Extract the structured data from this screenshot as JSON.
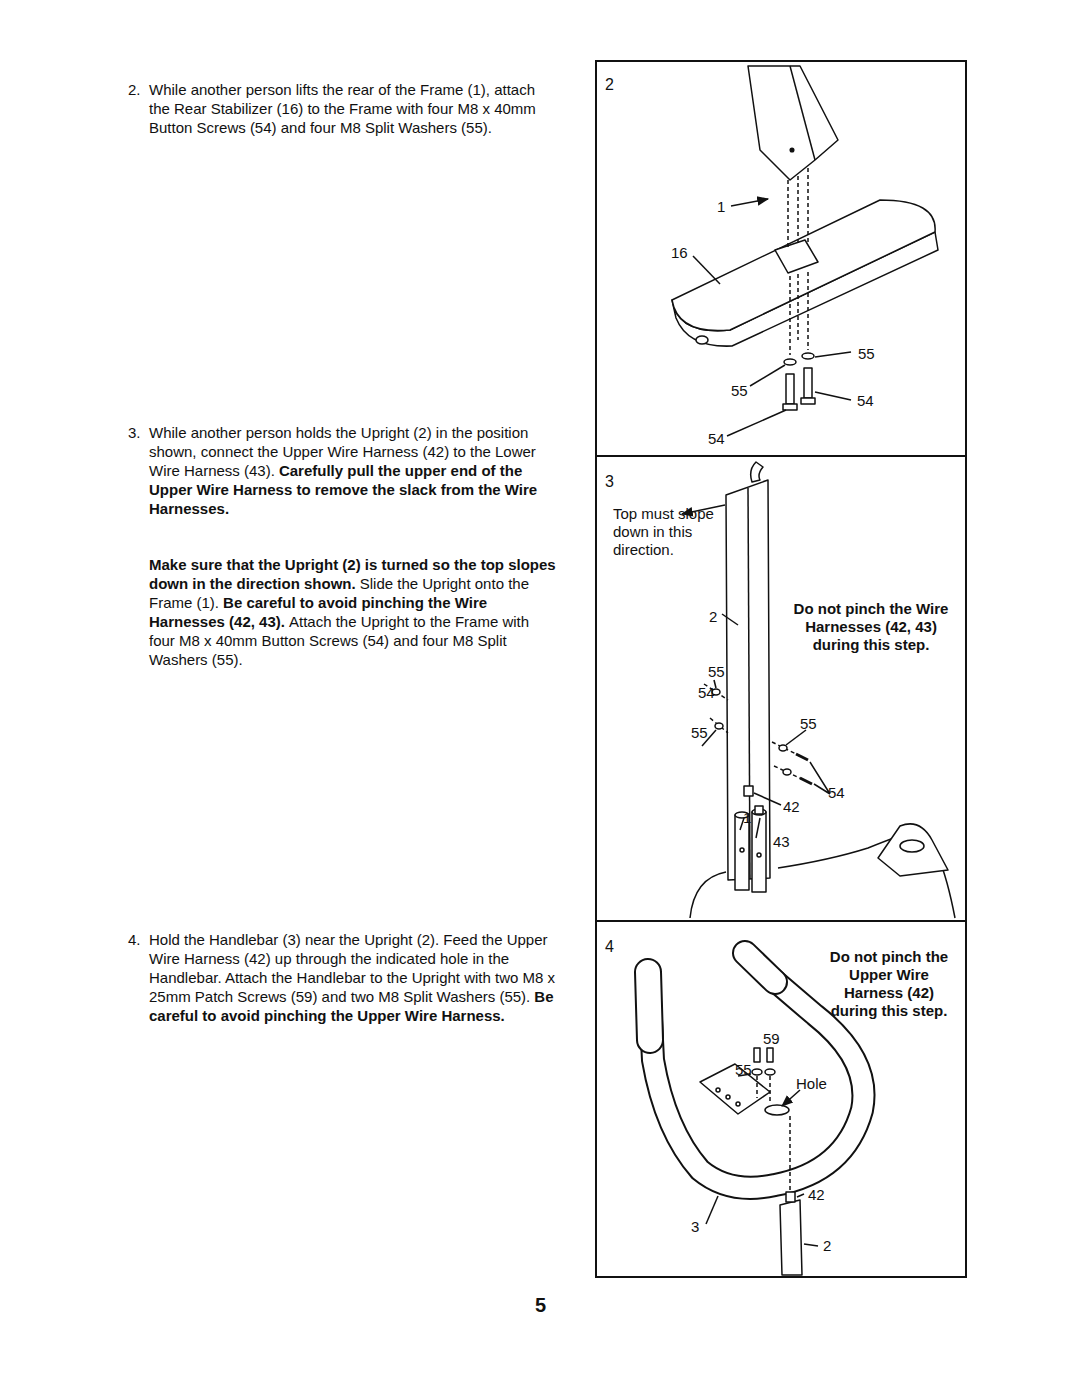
{
  "diagram": {
    "nodes": [
      {
        "text": [
          "2",
          "1",
          "16",
          "55",
          "55",
          "54",
          "54"
        ]
      },
      {
        "text": [
          "3",
          "Top must slope down in this direction.",
          "2",
          "Do not pinch the Wire Harnesses (42, 43) during this step.",
          "55",
          "54",
          "55",
          "55",
          "54",
          "42",
          "1",
          "43"
        ]
      },
      {
        "text": [
          "4",
          "Do not pinch the Upper Wire Harness (42) during this step.",
          "59",
          "55",
          "Hole",
          "3",
          "42",
          "2"
        ]
      }
    ],
    "labels": [
      "2.",
      "While another person lifts the rear of the Frame (1), attach the Rear Stabilizer (16) to the Frame with four M8 x 40mm Button Screws (54) and four M8 Split Washers (55).",
      "3.",
      "While another person holds the Upright (2) in the position shown, connect the Upper Wire Harness (42) to the Lower Wire Harness (43).",
      "Carefully pull the upper end of the Upper Wire Harness to remove the slack from the Wire Harnesses.",
      "Make sure that the Upright (2) is turned so the top slopes down in the direction shown.",
      "Slide the Upright onto the Frame (1).",
      "Be careful to avoid pinching the Wire Harnesses (42, 43).",
      "Attach the Upright to the Frame with four M8 x 40mm Button Screws (54) and four M8 Split Washers (55).",
      "4.",
      "Hold the Handlebar (3) near the Upright (2). Feed the Upper Wire Harness (42) up through the indicated hole in the Handlebar. Attach the Handlebar to the Upright with two M8 x 25mm Patch Screws (59) and two M8 Split Washers (55).",
      "Be careful to avoid pinching the Upper Wire Harness.",
      "5"
    ]
  }
}
